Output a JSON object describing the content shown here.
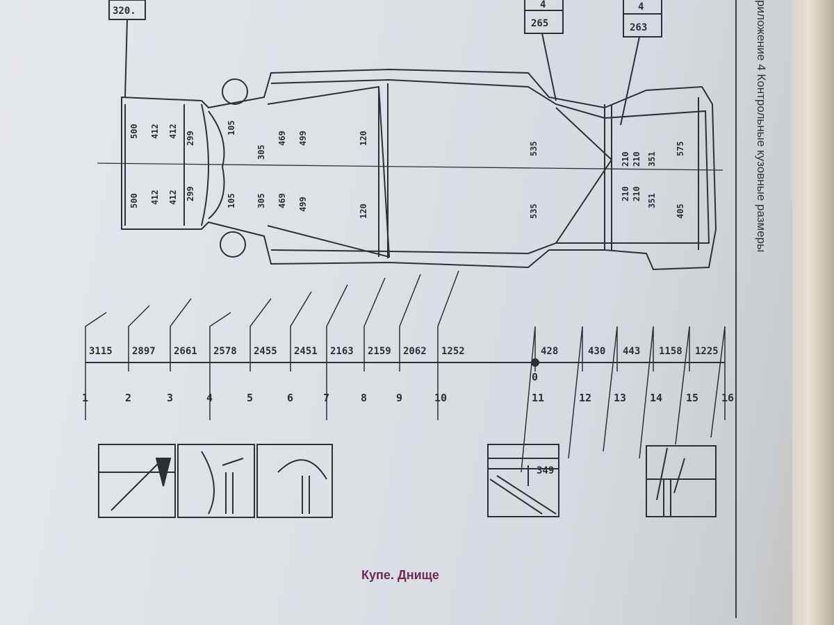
{
  "header": {
    "side_title": "риложение 4 Контрольные кузовные размеры"
  },
  "caption": "Купе. Днище",
  "callouts": {
    "top_left": "320.",
    "box_a": {
      "top": "4",
      "bottom": "265"
    },
    "box_b": {
      "top": "4",
      "bottom": "263"
    }
  },
  "stations": [
    {
      "label": "1",
      "dim": "3115"
    },
    {
      "label": "2",
      "dim": "2897"
    },
    {
      "label": "3",
      "dim": "2661"
    },
    {
      "label": "4",
      "dim": "2578"
    },
    {
      "label": "5",
      "dim": "2455"
    },
    {
      "label": "6",
      "dim": "2451"
    },
    {
      "label": "7",
      "dim": "2163"
    },
    {
      "label": "8",
      "dim": "2159"
    },
    {
      "label": "9",
      "dim": "2062"
    },
    {
      "label": "10",
      "dim": "1252"
    },
    {
      "label": "11",
      "dim": ""
    },
    {
      "label": "12",
      "dim": "428"
    },
    {
      "label": "13",
      "dim": "430"
    },
    {
      "label": "14",
      "dim": "443"
    },
    {
      "label": "15",
      "dim": "1158"
    },
    {
      "label": "16",
      "dim": "1225"
    }
  ],
  "origin_label": "0",
  "front_dims": [
    "500",
    "412",
    "412",
    "299",
    "105",
    "305",
    "469",
    "499",
    "120"
  ],
  "rear_dims": [
    "535",
    "210",
    "351",
    "575",
    "405"
  ],
  "detail_349": "349"
}
